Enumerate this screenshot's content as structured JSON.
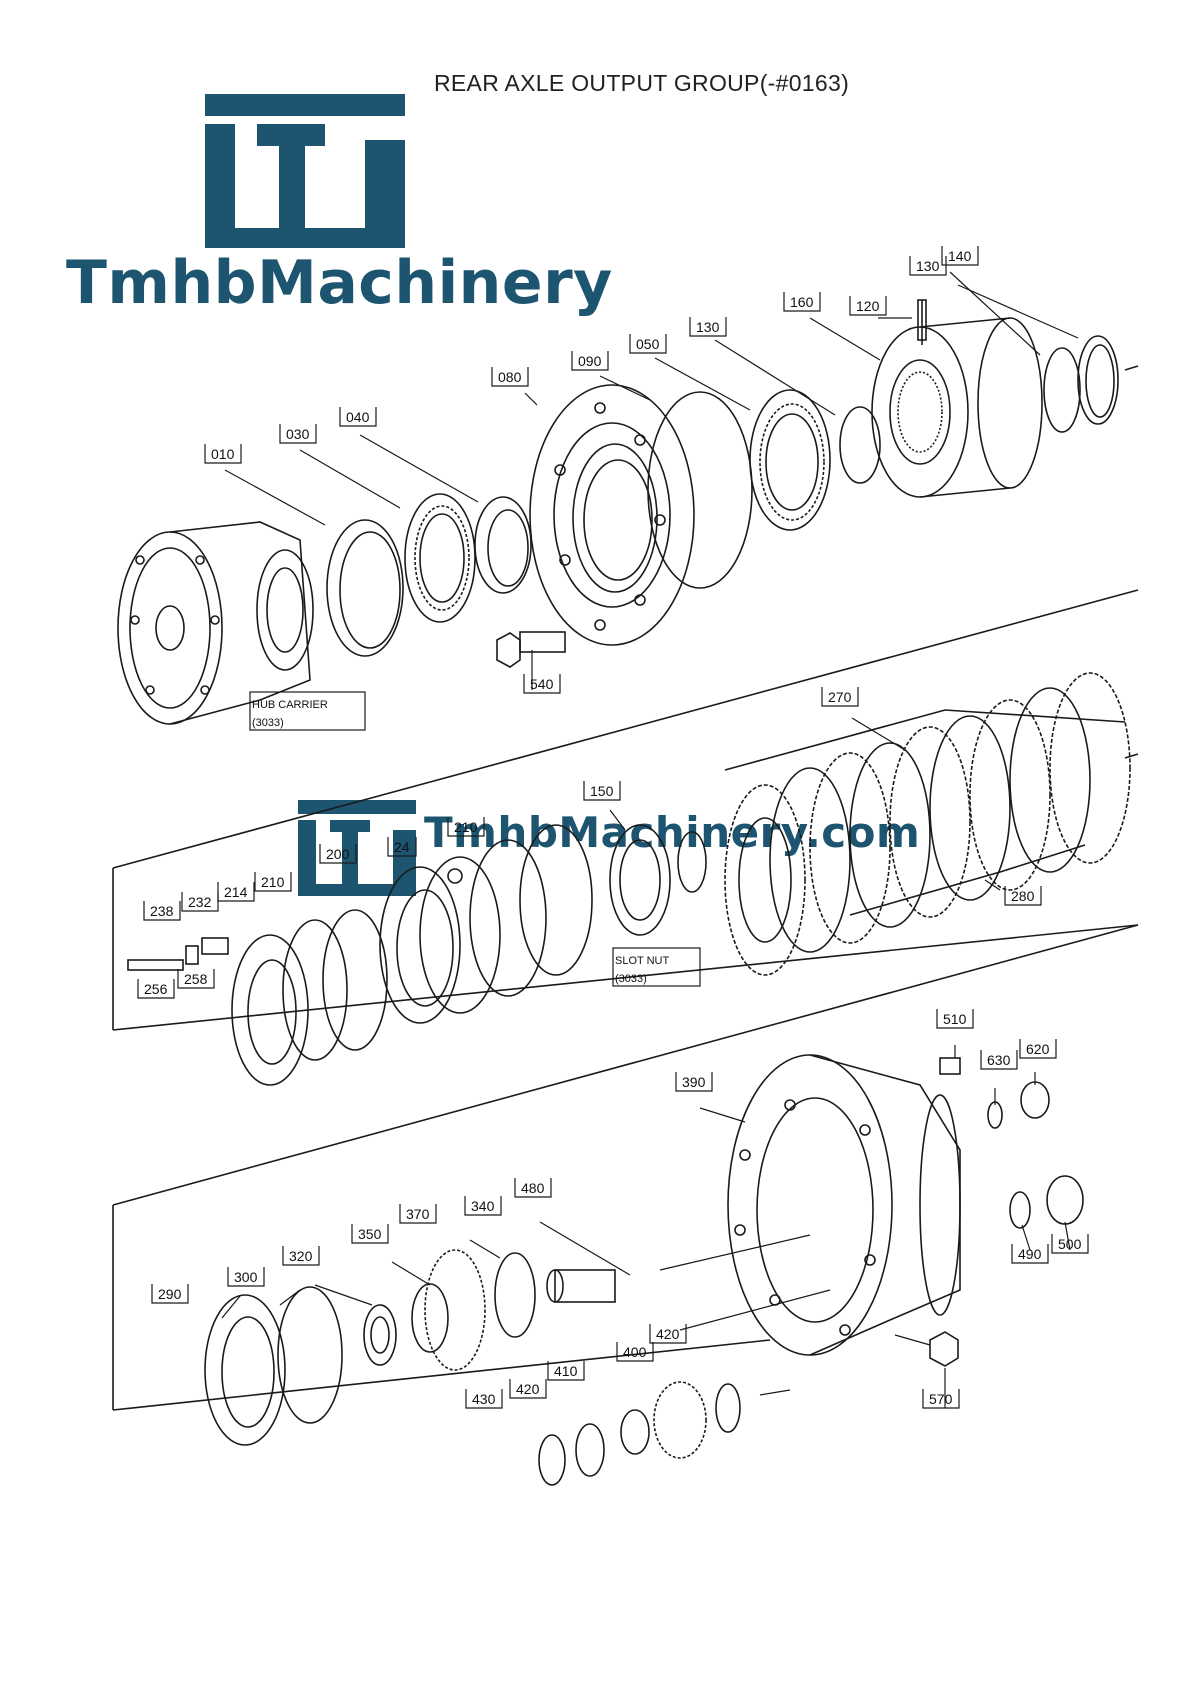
{
  "title": "REAR AXLE OUTPUT GROUP(-#0163)",
  "watermark": {
    "brand": "TmhbMachinery",
    "site": "TmhbMachinery.com",
    "color": "#1d5570"
  },
  "notes": [
    {
      "id": "hub-carrier",
      "label": "HUB CARRIER",
      "ref": "(3033)"
    },
    {
      "id": "slot-nut",
      "label": "SLOT NUT",
      "ref": "(3033)"
    }
  ],
  "callouts": [
    "010",
    "030",
    "040",
    "080",
    "090",
    "050",
    "130",
    "160",
    "120",
    "130",
    "140",
    "540",
    "270",
    "150",
    "200",
    "24",
    "210",
    "214",
    "210",
    "232",
    "238",
    "256",
    "258",
    "280",
    "510",
    "630",
    "620",
    "390",
    "490",
    "500",
    "290",
    "300",
    "320",
    "350",
    "370",
    "340",
    "480",
    "400",
    "420",
    "410",
    "420",
    "430",
    "570"
  ],
  "colors": {
    "line": "#1a1a1a",
    "brand": "#1d5570"
  }
}
